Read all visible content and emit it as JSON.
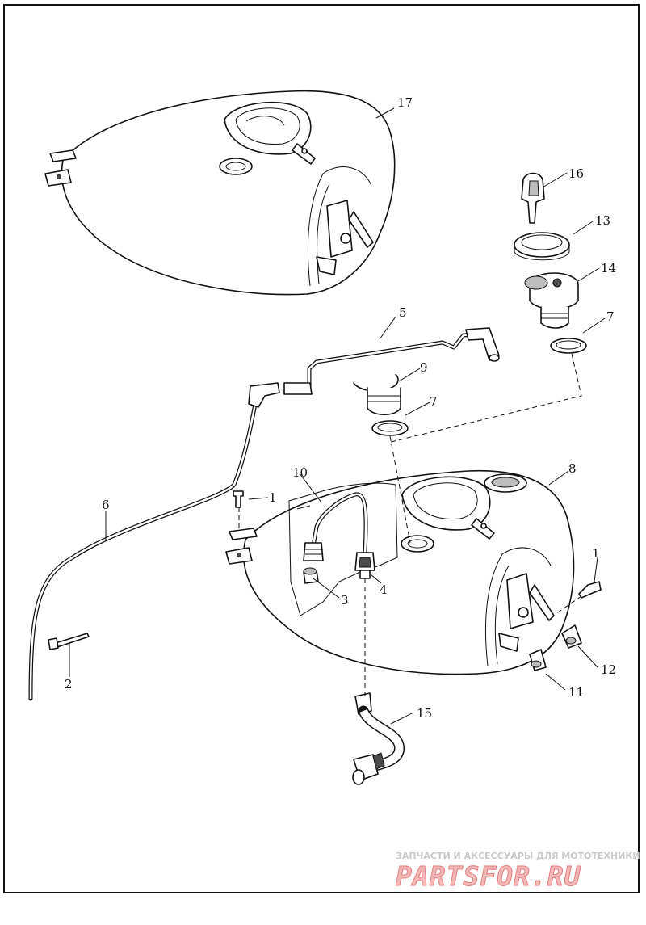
{
  "callouts": {
    "c1a": "1",
    "c1b": "1",
    "c2": "2",
    "c3": "3",
    "c4": "4",
    "c5": "5",
    "c6": "6",
    "c7a": "7",
    "c7b": "7",
    "c8": "8",
    "c9": "9",
    "c10": "10",
    "c11": "11",
    "c12": "12",
    "c13": "13",
    "c14": "14",
    "c15": "15",
    "c16": "16",
    "c17": "17"
  },
  "watermark": {
    "tagline": "ЗАПЧАСТИ И АКСЕССУАРЫ ДЛЯ МОТОТЕХНИКИ",
    "brand": "PARTSFOR.RU",
    "brand_colors": {
      "fill": "#f2b7b7",
      "stroke": "#e57e7e"
    }
  }
}
